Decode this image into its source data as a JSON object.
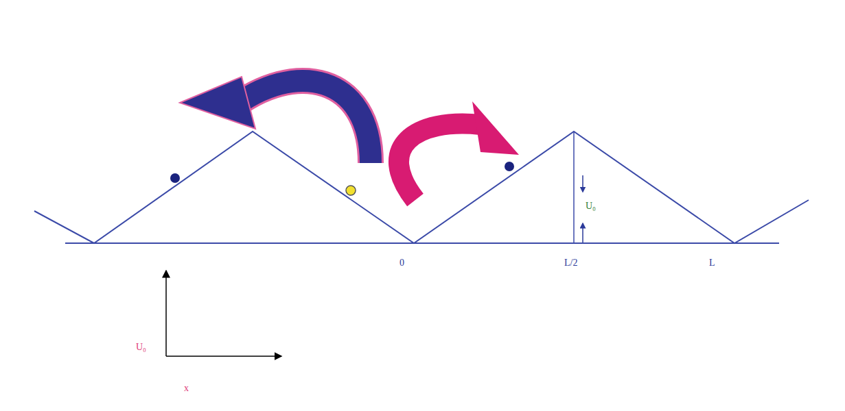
{
  "diagram": {
    "labels": [
      "U₀",
      "0",
      "L/2",
      "L",
      "U₀",
      "x"
    ]
  }
}
